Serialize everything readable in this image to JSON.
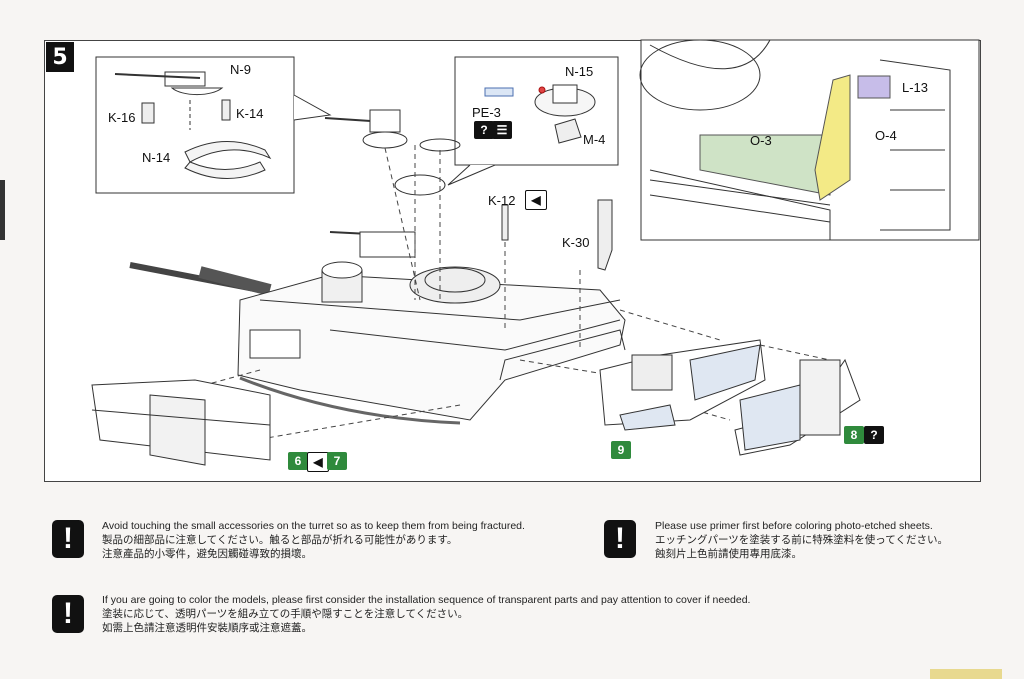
{
  "step": {
    "number": "5"
  },
  "labels": {
    "n9": "N-9",
    "k16": "K-16",
    "k14": "K-14",
    "n14": "N-14",
    "n15": "N-15",
    "pe3": "PE-3",
    "m4": "M-4",
    "k12": "K-12",
    "k30": "K-30",
    "o3": "O-3",
    "o4": "O-4",
    "l13": "L-13"
  },
  "badges": {
    "pe3_info": "?",
    "badge_6": "6",
    "badge_7": "7",
    "badge_9": "9",
    "badge_8": "8",
    "badge_8_info": "?"
  },
  "notes": [
    {
      "icon": "!",
      "en": "Avoid touching the small accessories on the turret so as to keep them from being fractured.",
      "jp": "製品の細部品に注意してください。触ると部品が折れる可能性があります。",
      "zh": "注意產品的小零件，避免因觸碰導致的損壞。"
    },
    {
      "icon": "!",
      "en": "Please use primer first before coloring photo-etched sheets.",
      "jp": "エッチングパーツを塗装する前に特殊塗料を使ってください。",
      "zh": "蝕刻片上色前請使用專用底漆。"
    },
    {
      "icon": "!",
      "en": "If you are going to color the models, please first consider the installation sequence of transparent parts and pay attention to cover if needed.",
      "jp": "塗装に応じて、透明パーツを組み立ての手順や隠すことを注意してください。",
      "zh": "如需上色請注意透明件安裝順序或注意遮蓋。"
    }
  ],
  "colors": {
    "highlight_green": "#cfe3c6",
    "highlight_yellow": "#f3ea86",
    "highlight_purple": "#c7bde9",
    "badge_green": "#2f8a3c"
  }
}
